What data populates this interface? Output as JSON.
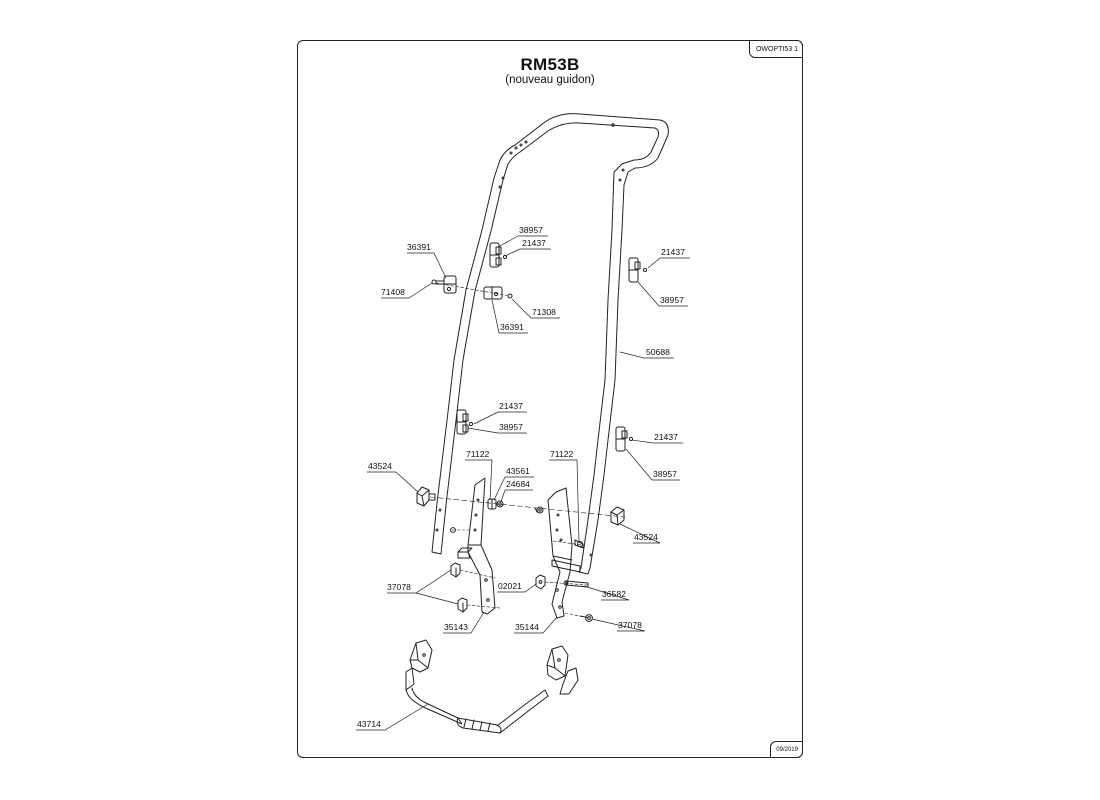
{
  "title": "RM53B",
  "subtitle": "(nouveau guidon)",
  "doc_code": "OWOPTI53 1",
  "date_stamp": "09/2019",
  "part_labels": {
    "p38957_top": "38957",
    "p21437_top": "21437",
    "p36391_left": "36391",
    "p71408": "71408",
    "p71308": "71308",
    "p36391_mid": "36391",
    "p21437_right_top": "21437",
    "p38957_right_top": "38957",
    "p50688": "50688",
    "p21437_left_low": "21437",
    "p38957_left_low": "38957",
    "p21437_right_low": "21437",
    "p38957_right_low": "38957",
    "p43524_left": "43524",
    "p71122_left": "71122",
    "p43561": "43561",
    "p24684": "24684",
    "p71122_right": "71122",
    "p43524_right": "43524",
    "p37078_left": "37078",
    "p02021": "02021",
    "p36582": "36582",
    "p35143": "35143",
    "p35144": "35144",
    "p37078_right": "37078",
    "p43714": "43714"
  }
}
